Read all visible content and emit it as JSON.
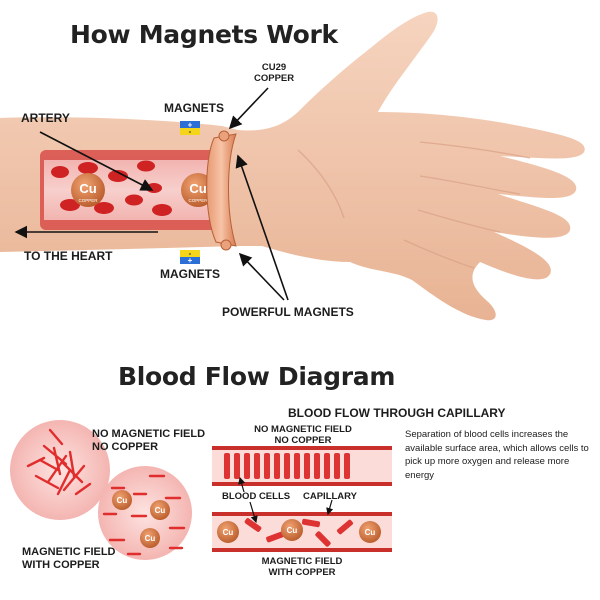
{
  "top": {
    "title": "How Magnets Work",
    "labels": {
      "artery": "ARTERY",
      "to_the_heart": "TO THE HEART",
      "magnets_top": "MAGNETS",
      "magnets_bottom": "MAGNETS",
      "copper_line1": "CU29",
      "copper_line2": "COPPER",
      "powerful_magnets": "POWERFUL MAGNETS"
    },
    "magnet_signs": {
      "plus": "+",
      "minus": "-"
    },
    "cu_badge": {
      "symbol": "Cu",
      "caption": "COPPER"
    }
  },
  "bottom": {
    "title": "Blood Flow Diagram",
    "circle_labels": {
      "no_field_line1": "NO MAGNETIC FIELD",
      "no_field_line2": "NO COPPER",
      "with_field_line1": "MAGNETIC FIELD",
      "with_field_line2": "WITH COPPER"
    },
    "capillary": {
      "heading": "BLOOD FLOW THROUGH CAPILLARY",
      "top_label_line1": "NO MAGNETIC FIELD",
      "top_label_line2": "NO COPPER",
      "blood_cells": "BLOOD CELLS",
      "capillary": "CAPILLARY",
      "bottom_label_line1": "MAGNETIC FIELD",
      "bottom_label_line2": "WITH COPPER",
      "description": "Separation of blood cells increases the available surface area, which allows cells to pick up more oxygen and release more energy"
    }
  },
  "colors": {
    "skin": "#f2c9b0",
    "blood_red": "#d42a2a",
    "copper": "#d0703f",
    "magnet_blue": "#2c6fd6",
    "magnet_yellow": "#f4d51a"
  }
}
